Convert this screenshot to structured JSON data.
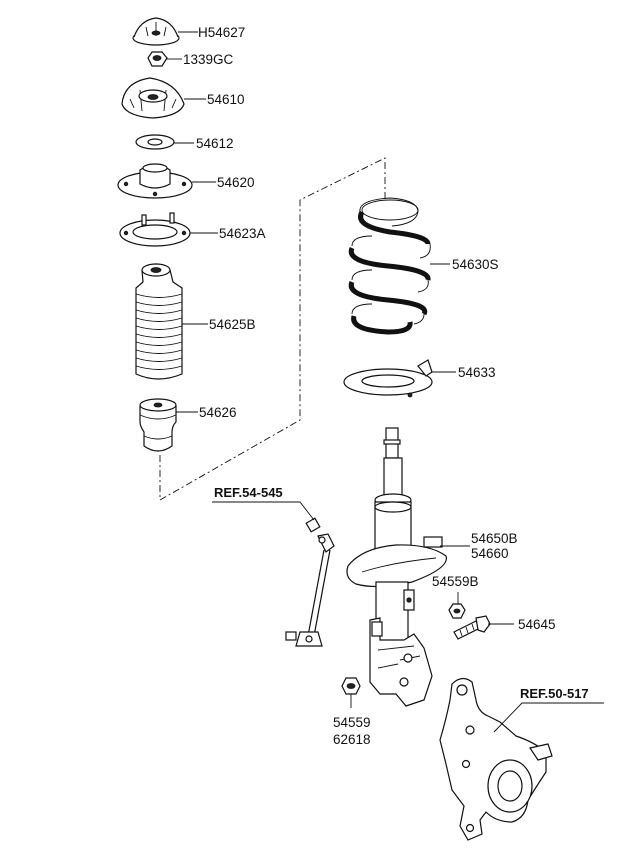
{
  "labels": {
    "h54627": "H54627",
    "c1339gc": "1339GC",
    "p54610": "54610",
    "p54612": "54612",
    "p54620": "54620",
    "p54623a": "54623A",
    "p54625b": "54625B",
    "p54626": "54626",
    "p54630s": "54630S",
    "p54633": "54633",
    "p54650b": "54650B",
    "p54660": "54660",
    "p54559b": "54559B",
    "p54645": "54645",
    "p54559": "54559",
    "p62618": "62618"
  },
  "refs": {
    "ref54545": "REF.54-545",
    "ref50517": "REF.50-517"
  }
}
